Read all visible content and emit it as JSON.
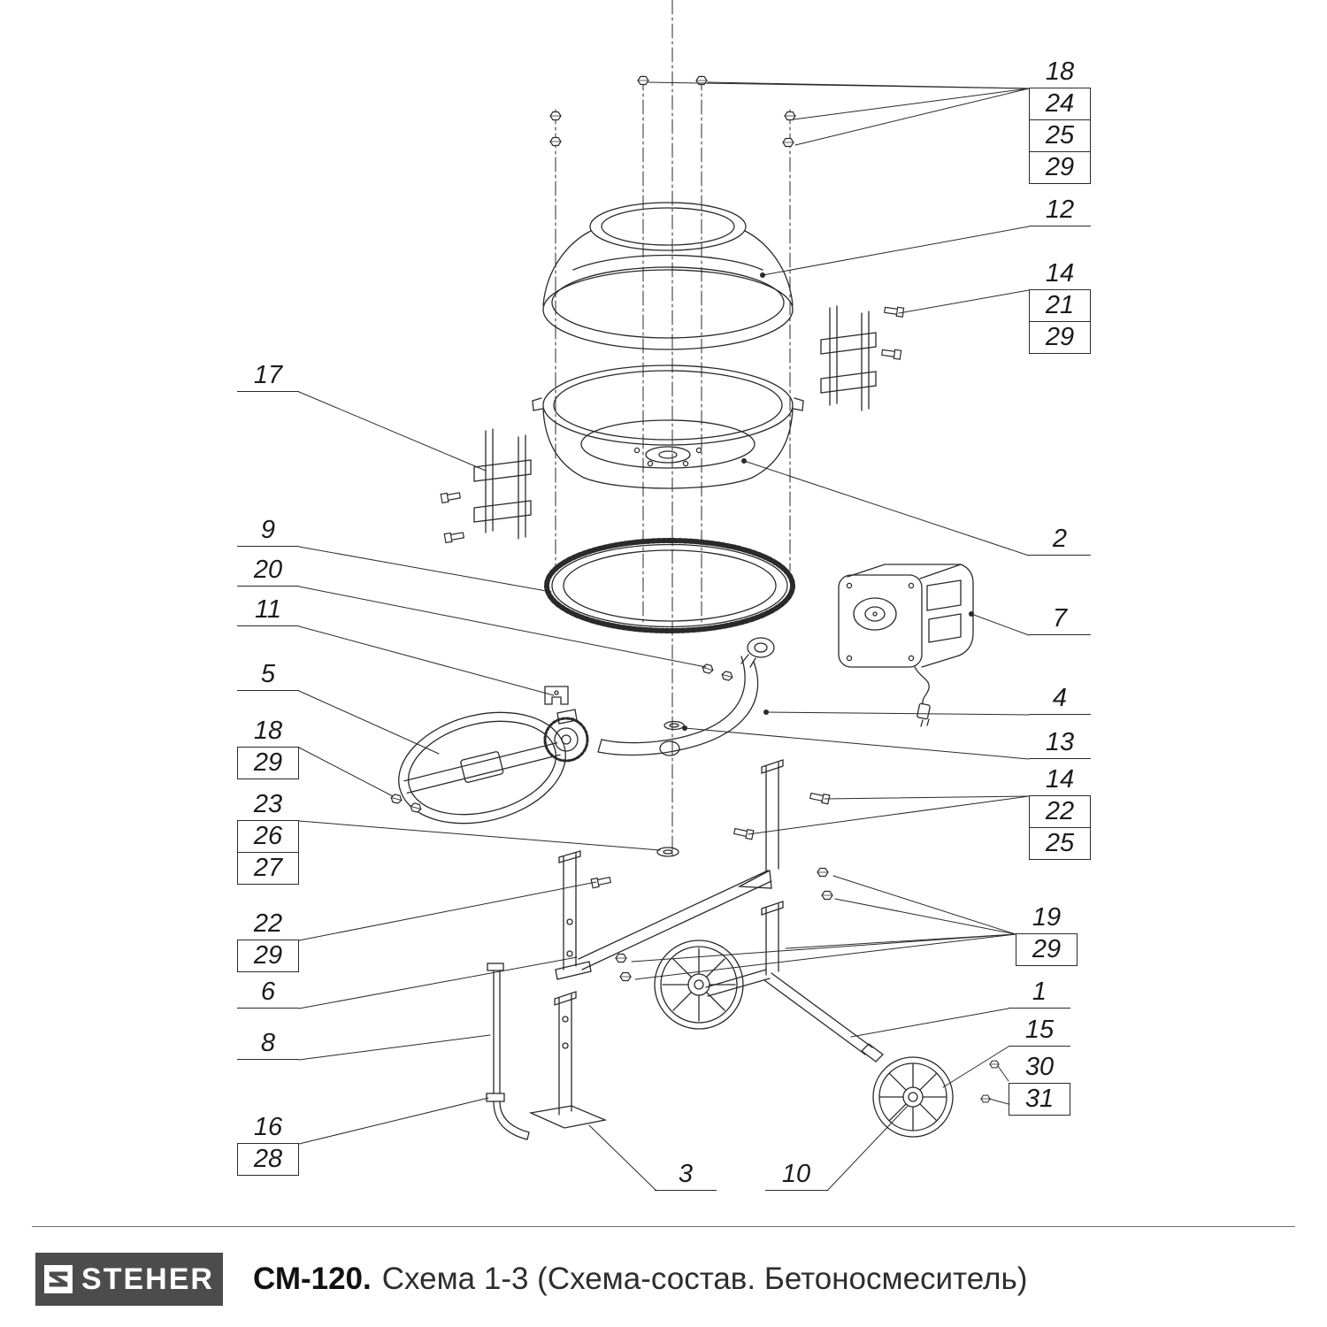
{
  "page": {
    "background": "#ffffff",
    "line_color": "#2a2a2a",
    "label_color": "#1b1b1b",
    "logo_bg": "#4c4c4c"
  },
  "footer": {
    "logo": "STEHER",
    "model": "СМ-120.",
    "subtitle": "Схема 1-3 (Схема-состав. Бетоносмеситель)"
  },
  "callouts": {
    "fasteners_top": {
      "items": [
        "18",
        "24",
        "25",
        "29"
      ]
    },
    "drum_top": {
      "items": [
        "12"
      ]
    },
    "bracket_right": {
      "items": [
        "14",
        "21",
        "29"
      ]
    },
    "bracket_left": {
      "items": [
        "17"
      ]
    },
    "gear_ring": {
      "items": [
        "9"
      ]
    },
    "pinion": {
      "items": [
        "20"
      ]
    },
    "clamp": {
      "items": [
        "11"
      ]
    },
    "hand_wheel": {
      "items": [
        "5"
      ]
    },
    "wheel_fasteners_left": {
      "items": [
        "18",
        "29"
      ]
    },
    "axis_washer": {
      "items": [
        "23",
        "26",
        "27"
      ]
    },
    "frame_bolts_left": {
      "items": [
        "22",
        "29"
      ]
    },
    "front_leg": {
      "items": [
        "6"
      ]
    },
    "handle_rod": {
      "items": [
        "8"
      ]
    },
    "rod_fasteners": {
      "items": [
        "16",
        "28"
      ]
    },
    "support_leg": {
      "items": [
        "3"
      ]
    },
    "wheel_left": {
      "items": [
        "10"
      ]
    },
    "drum_bottom": {
      "items": [
        "2"
      ]
    },
    "motor": {
      "items": [
        "7"
      ]
    },
    "swivel_arm": {
      "items": [
        "4"
      ]
    },
    "washer": {
      "items": [
        "13"
      ]
    },
    "frame_bolts_right": {
      "items": [
        "14",
        "22",
        "25"
      ]
    },
    "frame_fasteners": {
      "items": [
        "19",
        "29"
      ]
    },
    "rear_leg": {
      "items": [
        "1"
      ]
    },
    "wheel_right": {
      "items": [
        "15"
      ]
    },
    "wheel_bolts": {
      "items": [
        "30",
        "31"
      ]
    }
  }
}
